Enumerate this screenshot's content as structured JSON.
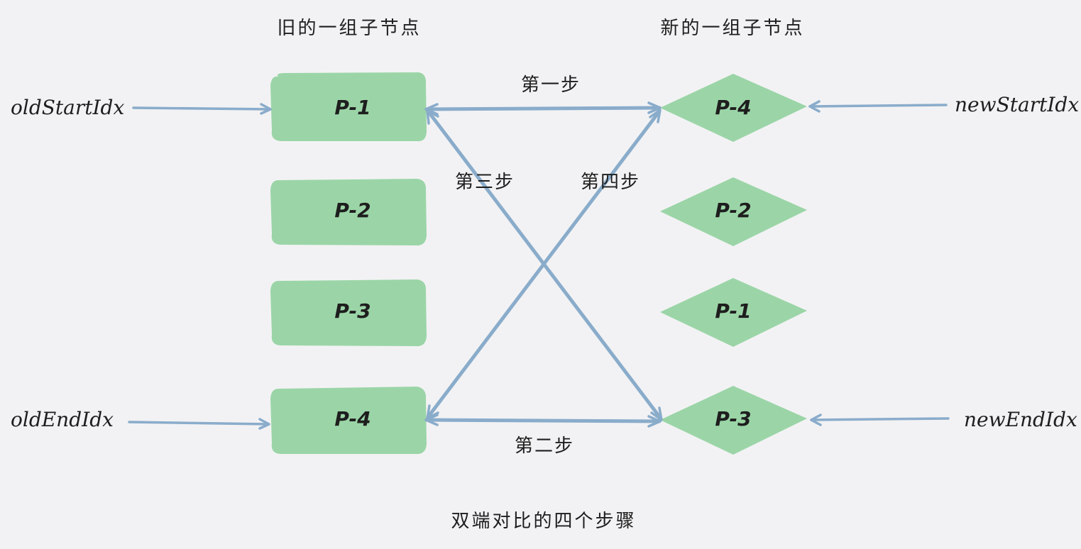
{
  "headings": {
    "old_group": "旧的一组子节点",
    "new_group": "新的一组子节点",
    "caption": "双端对比的四个步骤"
  },
  "pointers": {
    "old_start": "oldStartIdx",
    "old_end": "oldEndIdx",
    "new_start": "newStartIdx",
    "new_end": "newEndIdx"
  },
  "old_nodes": [
    {
      "label": "P-1"
    },
    {
      "label": "P-2"
    },
    {
      "label": "P-3"
    },
    {
      "label": "P-4"
    }
  ],
  "new_nodes": [
    {
      "label": "P-4"
    },
    {
      "label": "P-2"
    },
    {
      "label": "P-1"
    },
    {
      "label": "P-3"
    }
  ],
  "steps": {
    "step1": "第一步",
    "step2": "第二步",
    "step3": "第三步",
    "step4": "第四步"
  },
  "colors": {
    "node_fill": "#9bd5a7",
    "arrow": "#8aaccb",
    "text": "#1e1e1e",
    "background": "#f2f2f4"
  }
}
